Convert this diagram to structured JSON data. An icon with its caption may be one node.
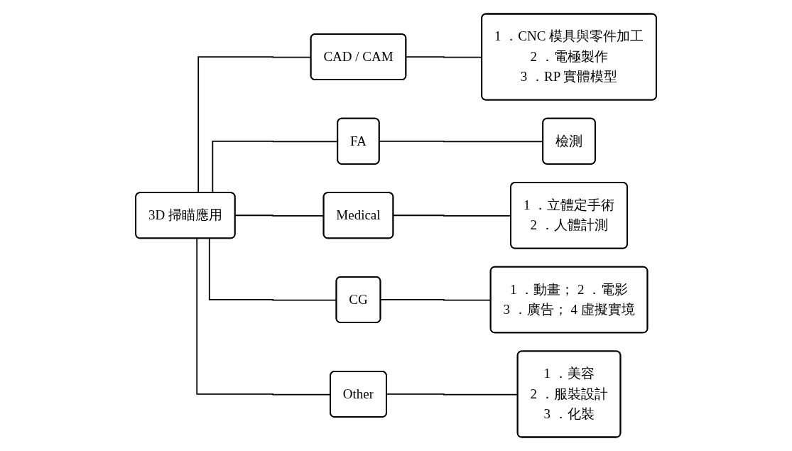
{
  "diagram": {
    "nodes": [
      {
        "text": [
          "3D 掃瞄應用"
        ]
      },
      {
        "text": [
          "CAD / CAM"
        ]
      },
      {
        "text": [
          "1 ．CNC 模具與零件加工",
          "2 ．電極製作",
          "3 ．RP 實體模型"
        ]
      },
      {
        "text": [
          "FA"
        ]
      },
      {
        "text": [
          "檢測"
        ]
      },
      {
        "text": [
          "Medical"
        ]
      },
      {
        "text": [
          "1 ．立體定手術",
          "2 ．人體計測"
        ]
      },
      {
        "text": [
          "CG"
        ]
      },
      {
        "text": [
          "1 ．動畫； 2 ．電影",
          "3 ．廣告； 4 虛擬實境"
        ]
      },
      {
        "text": [
          "Other"
        ]
      },
      {
        "text": [
          "1 ．美容",
          "2 ．服裝設計",
          "3 ．化裝"
        ]
      }
    ],
    "edges": [
      {
        "from": 0,
        "to": 1,
        "arrow": "none"
      },
      {
        "from": 0,
        "to": 3,
        "arrow": "none"
      },
      {
        "from": 0,
        "to": 5,
        "arrow": "none"
      },
      {
        "from": 0,
        "to": 7,
        "arrow": "none"
      },
      {
        "from": 0,
        "to": 9,
        "arrow": "none"
      },
      {
        "from": 1,
        "to": 2,
        "arrow": "none"
      },
      {
        "from": 3,
        "to": 4,
        "arrow": "none"
      },
      {
        "from": 5,
        "to": 6,
        "arrow": "none"
      },
      {
        "from": 7,
        "to": 8,
        "arrow": "none"
      },
      {
        "from": 9,
        "to": 10,
        "arrow": "none"
      }
    ]
  }
}
